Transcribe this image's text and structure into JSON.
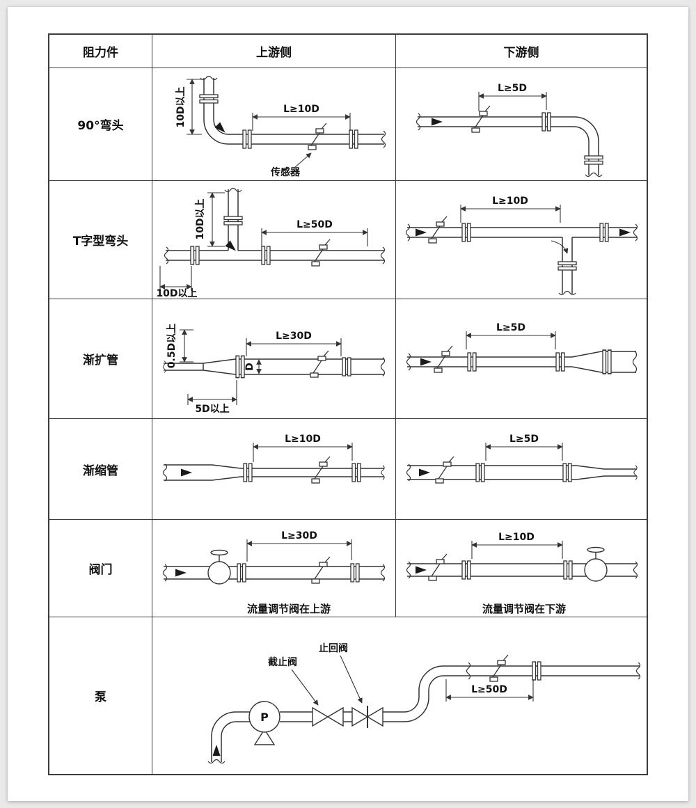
{
  "colors": {
    "line": "#333333",
    "border": "#3c3c3c",
    "page_bg": "#e9e9e9"
  },
  "table": {
    "header": {
      "resistance": "阻力件",
      "upstream": "上游侧",
      "downstream": "下游侧"
    },
    "rows": {
      "elbow90": {
        "label": "90°弯头",
        "up_dim": "L≥10D",
        "up_side_dim": "10D以上",
        "sensor_label": "传感器",
        "down_dim": "L≥5D"
      },
      "tee": {
        "label": "T字型弯头",
        "up_dim": "L≥50D",
        "up_side_dim": "10D以上",
        "up_bottom_dim": "10D以上",
        "down_dim": "L≥10D"
      },
      "expander": {
        "label": "渐扩管",
        "up_dim": "L≥30D",
        "up_side_dim": "0.5D以上",
        "up_diameter": "D",
        "up_bottom_dim": "5D以上",
        "down_dim": "L≥5D"
      },
      "reducer": {
        "label": "渐缩管",
        "up_dim": "L≥10D",
        "down_dim": "L≥5D"
      },
      "valve": {
        "label": "阀门",
        "up_dim": "L≥30D",
        "up_caption": "流量调节阀在上游",
        "down_dim": "L≥10D",
        "down_caption": "流量调节阀在下游"
      },
      "pump": {
        "label": "泵",
        "dim": "L≥50D",
        "stop_valve": "截止阀",
        "check_valve": "止回阀",
        "pump_letter": "P"
      }
    }
  }
}
